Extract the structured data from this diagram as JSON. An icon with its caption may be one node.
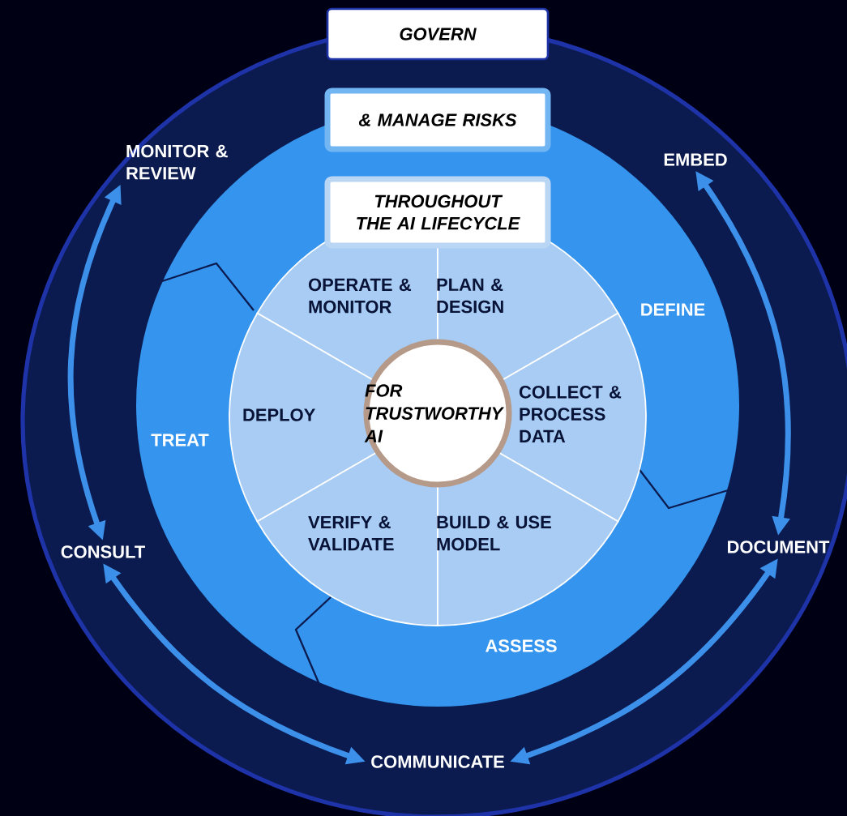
{
  "diagram": {
    "nodes": [
      {
        "text": [
          "GOVERN"
        ]
      },
      {
        "text": [
          "& MANAGE RISKS"
        ]
      },
      {
        "text": [
          "THROUGHOUT THE AI LIFECYCLE"
        ]
      },
      {
        "text": [
          "MONITOR & REVIEW"
        ]
      },
      {
        "text": [
          "EMBED"
        ]
      },
      {
        "text": [
          "OPERATE & MONITOR"
        ]
      },
      {
        "text": [
          "PLAN & DESIGN"
        ]
      },
      {
        "text": [
          "DEPLOY"
        ]
      },
      {
        "text": [
          "FOR TRUSTWORTHY AI"
        ]
      },
      {
        "text": [
          "COLLECT & PROCESS DATA"
        ]
      },
      {
        "text": [
          "CONSULT"
        ]
      },
      {
        "text": [
          "DOCUMENT"
        ]
      },
      {
        "text": [
          "VERIFY & VALIDATE"
        ]
      },
      {
        "text": [
          "BUILD & USE MODEL"
        ]
      },
      {
        "text": [
          "COMMUNICATE"
        ]
      }
    ],
    "edges": [
      {
        "from": 3,
        "to": 10,
        "arrow": "both"
      },
      {
        "from": 10,
        "to": 14,
        "arrow": "both"
      },
      {
        "from": 14,
        "to": 11,
        "arrow": "both"
      },
      {
        "from": 4,
        "to": 11,
        "arrow": "both"
      }
    ],
    "labels": [
      "DEFINE",
      "TREAT",
      "ASSESS"
    ]
  }
}
